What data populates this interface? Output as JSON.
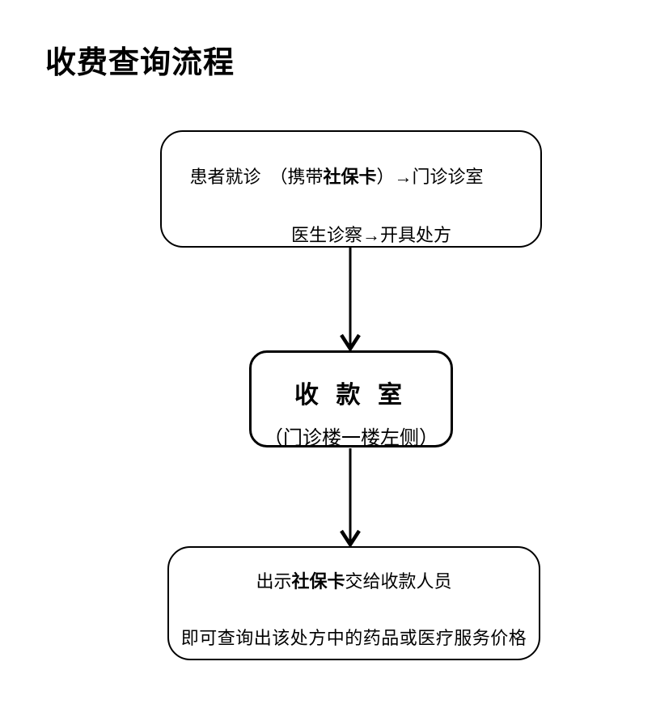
{
  "page": {
    "title": "收费查询流程",
    "background": "#ffffff"
  },
  "colors": {
    "ink": "#000000",
    "box_border": "#000000"
  },
  "flow": {
    "step1": {
      "line1_pre": "患者就诊　（携带",
      "line1_bold": "社保卡",
      "line1_post": "）→门诊诊室",
      "line2": "医生诊察→开具处方"
    },
    "connector1": "arrow-down",
    "step2": {
      "name": "收 款 室",
      "location": "（门诊楼一楼左侧）"
    },
    "connector2": "arrow-down",
    "step3": {
      "line1_pre": "出示",
      "line1_bold": "社保卡",
      "line1_post": "交给收款人员",
      "line2": "即可查询出该处方中的药品或医疗服务价格"
    }
  }
}
